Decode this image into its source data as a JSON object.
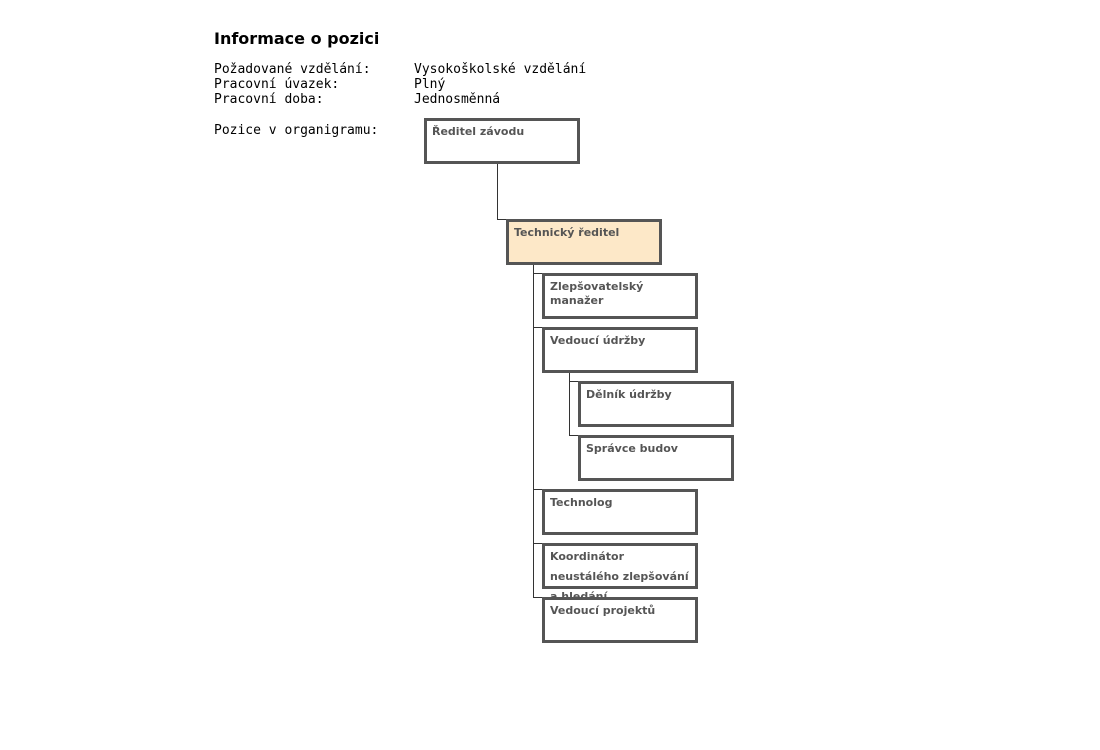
{
  "section": {
    "title": "Informace o pozici"
  },
  "info": [
    {
      "label": "Požadované vzdělání:",
      "value": "Vysokoškolské vzdělání"
    },
    {
      "label": "Pracovní úvazek:",
      "value": "Plný"
    },
    {
      "label": "Pracovní doba:",
      "value": "Jednosměnná"
    }
  ],
  "orgchart": {
    "label": "Pozice v organigramu:",
    "nodes": {
      "plant_director": "Ředitel závodu",
      "technical_director": "Technický ředitel",
      "improvement_manager": "Zlepšovatelský manažer",
      "maintenance_lead": "Vedoucí údržby",
      "maintenance_worker": "Dělník údržby",
      "building_manager": "Správce budov",
      "technologist": "Technolog",
      "coordinator": "Koordinátor neustálého zlepšování a hledání",
      "project_lead": "Vedoucí projektů"
    },
    "highlight_color": "#fde8c8"
  }
}
